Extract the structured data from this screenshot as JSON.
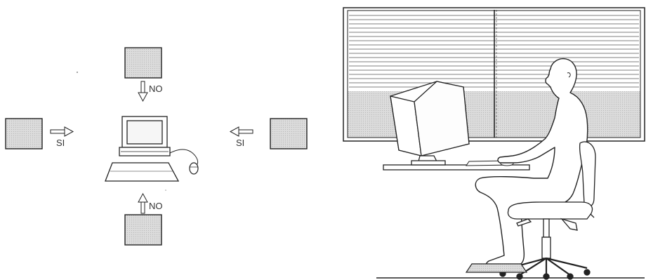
{
  "diagram": {
    "labels": {
      "top": "NO",
      "bottom": "NO",
      "left": "SI",
      "right": "SI"
    },
    "colors": {
      "window_panel": "#d6d6d6",
      "line": "#222222",
      "background": "#ffffff"
    },
    "icons": [
      "window-panel-icon",
      "arrow-icon",
      "laptop-icon",
      "mouse-icon",
      "monitor-icon",
      "desk-icon",
      "chair-icon",
      "seated-person-icon",
      "window-blinds-icon",
      "footrest-icon"
    ]
  }
}
